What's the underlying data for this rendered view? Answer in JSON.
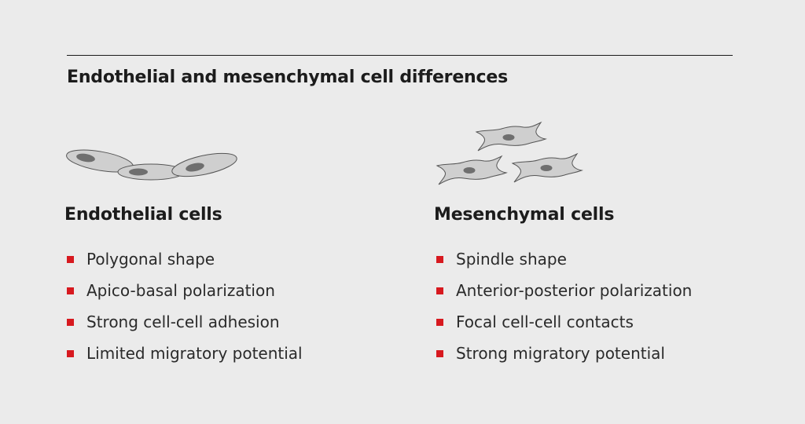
{
  "title": "Endothelial and mesenchymal cell differences",
  "colors": {
    "background": "#ebebeb",
    "text": "#1c1c1c",
    "bullet": "#d7191f",
    "cell_fill": "#cfcfcf",
    "nucleus": "#6f6f6f"
  },
  "left": {
    "heading": "Endothelial cells",
    "icon": "endothelial-cells-illustration",
    "items": [
      "Polygonal shape",
      "Apico-basal polarization",
      "Strong cell-cell adhesion",
      "Limited migratory potential"
    ]
  },
  "right": {
    "heading": "Mesenchymal cells",
    "icon": "mesenchymal-cells-illustration",
    "items": [
      "Spindle shape",
      "Anterior-posterior polarization",
      "Focal cell-cell contacts",
      "Strong migratory potential"
    ]
  }
}
